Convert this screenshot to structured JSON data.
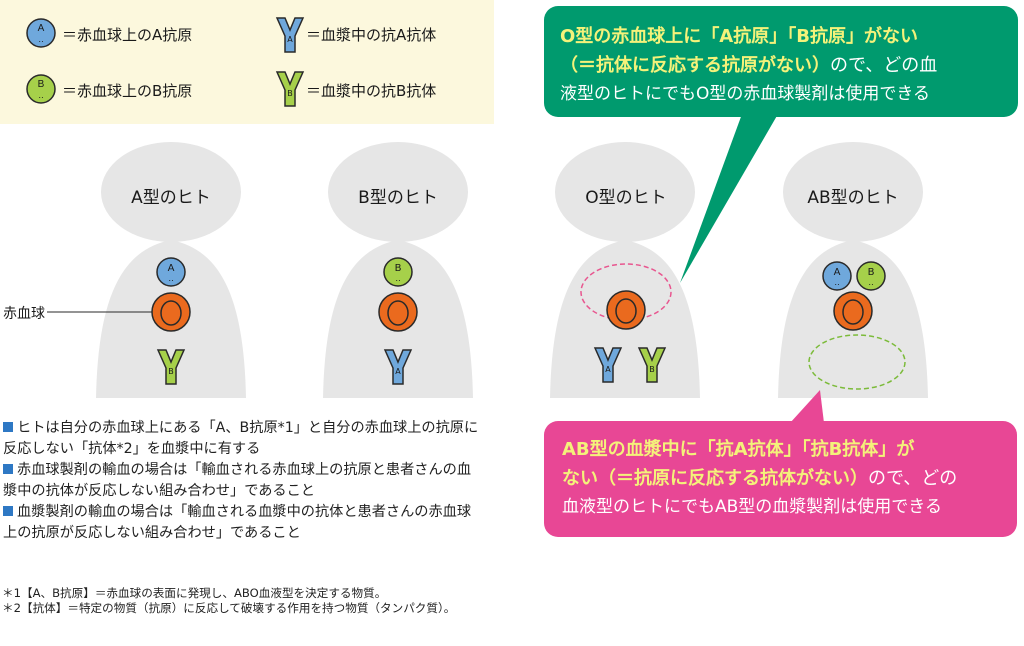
{
  "legend": {
    "items": [
      {
        "symbol": "A",
        "text": "＝赤血球上のA抗原"
      },
      {
        "symbol": "A",
        "text": "＝血漿中の抗A抗体"
      },
      {
        "symbol": "B",
        "text": "＝赤血球上のB抗原"
      },
      {
        "symbol": "B",
        "text": "＝血漿中の抗B抗体"
      }
    ]
  },
  "figures": [
    {
      "label": "A型のヒト"
    },
    {
      "label": "B型のヒト"
    },
    {
      "label": "O型のヒト"
    },
    {
      "label": "AB型のヒト"
    }
  ],
  "rbc_label": "赤血球",
  "callout_o": {
    "l1_a": "O型の赤血球上に",
    "l1_b": "「A抗原」「B抗原」",
    "l1_c": "がない",
    "l2_a": "（＝抗体に反応する抗原がない）",
    "l2_b": "ので、どの血",
    "l3": "液型のヒトにでもO型の赤血球製剤は使用できる"
  },
  "callout_ab": {
    "l1_a": "AB型の血漿中に",
    "l1_b": "「抗A抗体」「抗B抗体」",
    "l1_c": "が",
    "l2_a": "ない",
    "l2_b": "（＝抗原に反応する抗体がない）",
    "l2_c": "ので、どの",
    "l3": "血液型のヒトにでもAB型の血漿製剤は使用できる"
  },
  "notes": [
    "ヒトは自分の赤血球上にある「A、B抗原*1」と自分の赤血球上の抗原に反応しない「抗体*2」を血漿中に有する",
    "赤血球製剤の輸血の場合は「輸血される赤血球上の抗原と患者さんの血漿中の抗体が反応しない組み合わせ」であること",
    "血漿製剤の輸血の場合は「輸血される血漿中の抗体と患者さんの赤血球上の抗原が反応しない組み合わせ」であること"
  ],
  "footnotes": [
    "＊1【A、B抗原】＝赤血球の表面に発現し、ABO血液型を決定する物質。",
    "＊2【抗体】＝特定の物質（抗原）に反応して破壊する作用を持つ物質（タンパク質）。"
  ],
  "colors": {
    "legend_bg": "#fcf8dd",
    "antigen_a": "#6fa8dc",
    "antigen_b": "#a6d04a",
    "rbc": "#ea6a1e",
    "body": "#e6e6e6",
    "callout_o": "#009a6e",
    "callout_ab": "#e84795",
    "highlight": "#f4f27a"
  }
}
